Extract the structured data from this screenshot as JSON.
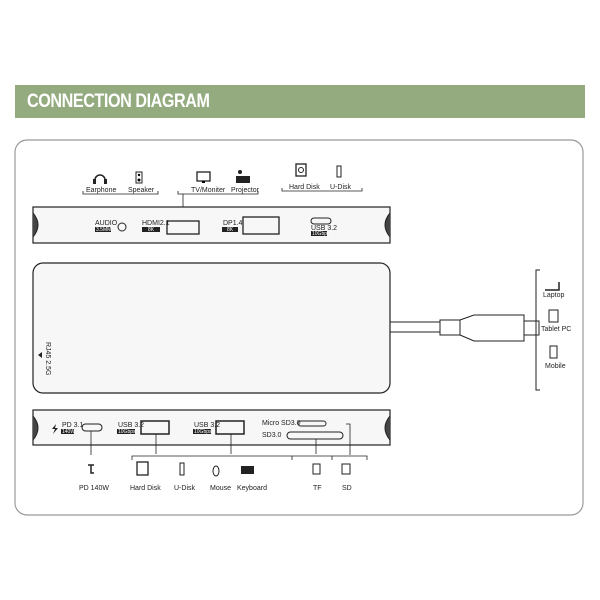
{
  "title": "CONNECTION DIAGRAM",
  "top_devices": [
    "Earphone",
    "Speaker",
    "TV/Moniter",
    "Projector",
    "Hard Disk",
    "U-Disk"
  ],
  "top_ports": {
    "audio": "AUDIO",
    "audio_spec": "3.5MM",
    "hdmi": "HDMI2.1",
    "hdmi_spec": "8K",
    "dp": "DP1.4",
    "dp_spec": "8K",
    "usbc": "USB 3.2",
    "usbc_spec": "10Gbps"
  },
  "side_port": "RJ45 2.5G",
  "bottom_ports": {
    "pd": "PD 3.1",
    "pd_spec": "140W",
    "usb1": "USB 3.2",
    "usb1_spec": "10Gbps",
    "usb2": "USB 3.2",
    "usb2_spec": "10Gbps",
    "microsd": "Micro SD3.0",
    "sd": "SD3.0"
  },
  "bottom_devices": [
    "PD 140W",
    "Hard Disk",
    "U-Disk",
    "Mouse",
    "Keyboard",
    "TF",
    "SD"
  ],
  "host_devices": [
    "Laptop",
    "Tablet PC",
    "Mobile"
  ]
}
